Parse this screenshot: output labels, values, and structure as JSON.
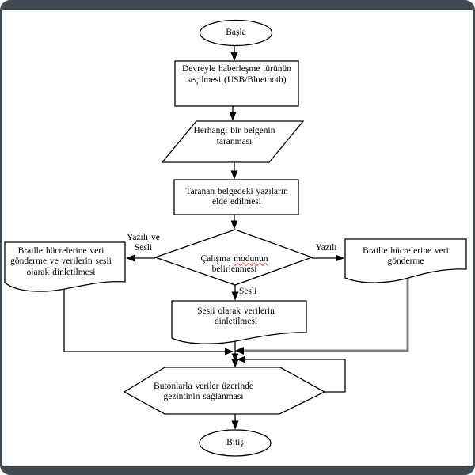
{
  "frame": {
    "border_color": "#3f4a52",
    "background": "#ffffff"
  },
  "colors": {
    "shape_stroke": "#000000",
    "shape_fill": "#ffffff",
    "highlighted_connector": "#808080",
    "spellcheck_underline": "#e03a2f",
    "text": "#000000"
  },
  "nodes": {
    "start": {
      "type": "terminator",
      "label": "Başla"
    },
    "select_comm": {
      "type": "process",
      "label": "Devreyle haberleşme türünün\nseçilmesi (USB/Bluetooth)"
    },
    "scan_document": {
      "type": "input",
      "label": "Herhangi bir belgenin\ntaranması"
    },
    "extract_text": {
      "type": "process",
      "label": "Taranan belgedeki yazıların\nelde edilmesi"
    },
    "decision": {
      "type": "decision",
      "line1_prefix": "Çalışma ",
      "misspelled_word": "modunun",
      "line2": "belirlenmesi"
    },
    "braille_and_audio": {
      "type": "document",
      "label": "Braille hücrelerine veri\ngönderme ve verilerin sesli\nolarak dinletilmesi"
    },
    "braille_only": {
      "type": "document",
      "label": "Braille hücrelerine veri\ngönderme"
    },
    "audio_only": {
      "type": "document",
      "label": "Sesli olarak verilerin\ndinletilmesi"
    },
    "navigate_buttons": {
      "type": "preparation",
      "label": "Butonlarla veriler üzerinde\ngezintinin sağlanması"
    },
    "end": {
      "type": "terminator",
      "label": "Bitiş"
    }
  },
  "edge_labels": {
    "written_and_audio": "Yazılı ve\nSesli",
    "written": "Yazılı",
    "audio": "Sesli"
  }
}
